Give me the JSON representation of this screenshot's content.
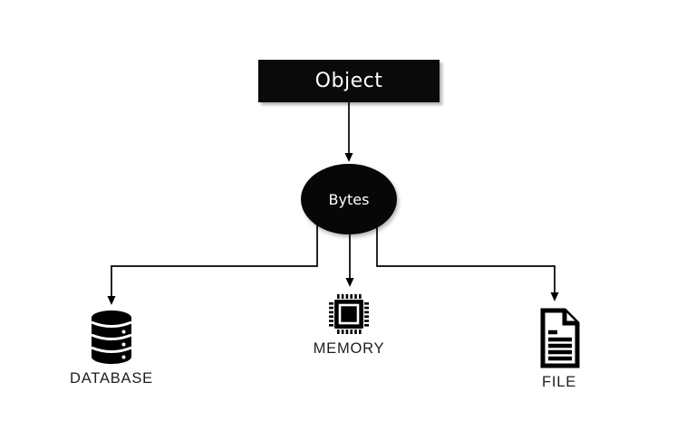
{
  "diagram": {
    "colors": {
      "background": "#ffffff",
      "node_fill": "#0a0a0a",
      "node_text": "#ffffff",
      "line": "#000000",
      "label_text": "#1e1e1e"
    },
    "nodes": {
      "object": {
        "label": "Object",
        "shape": "rectangle"
      },
      "bytes": {
        "label": "Bytes",
        "shape": "ellipse"
      }
    },
    "targets": [
      {
        "id": "database",
        "label": "DATABASE",
        "icon": "database-icon"
      },
      {
        "id": "memory",
        "label": "MEMORY",
        "icon": "memory-chip-icon"
      },
      {
        "id": "file",
        "label": "FILE",
        "icon": "file-document-icon"
      }
    ],
    "edges": [
      {
        "from": "Object",
        "to": "Bytes"
      },
      {
        "from": "Bytes",
        "to": "DATABASE"
      },
      {
        "from": "Bytes",
        "to": "MEMORY"
      },
      {
        "from": "Bytes",
        "to": "FILE"
      }
    ]
  }
}
